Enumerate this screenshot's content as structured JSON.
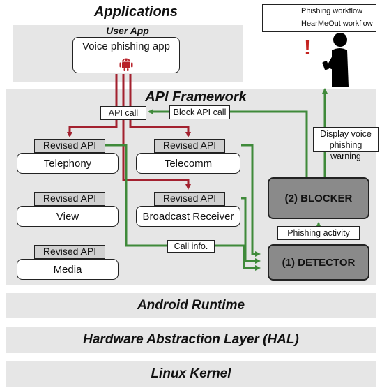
{
  "legend": {
    "phishing": "Phishing workflow",
    "hearmeout": "HearMeOut workflow",
    "phishing_color": "#a3212f",
    "hearmeout_color": "#3f8a3a"
  },
  "applications": {
    "title": "Applications",
    "user_app": "User App",
    "phishing_app": "Voice phishing app",
    "app_icon": "android-icon"
  },
  "framework": {
    "title": "API Framework",
    "api_call": "API call",
    "block_api_call": "Block API call",
    "revised_api": "Revised API",
    "modules": [
      "Telephony",
      "Telecomm",
      "View",
      "Broadcast Receiver",
      "Media"
    ],
    "call_info": "Call info.",
    "phishing_activity": "Phishing activity",
    "display_warning": "Display voice phishing warning",
    "detector": "(1) DETECTOR",
    "blocker": "(2) BLOCKER"
  },
  "user_icon": "person-with-phone-icon",
  "warning_mark": "!",
  "layers": {
    "runtime": "Android Runtime",
    "hal": "Hardware Abstraction Layer (HAL)",
    "kernel": "Linux Kernel"
  }
}
